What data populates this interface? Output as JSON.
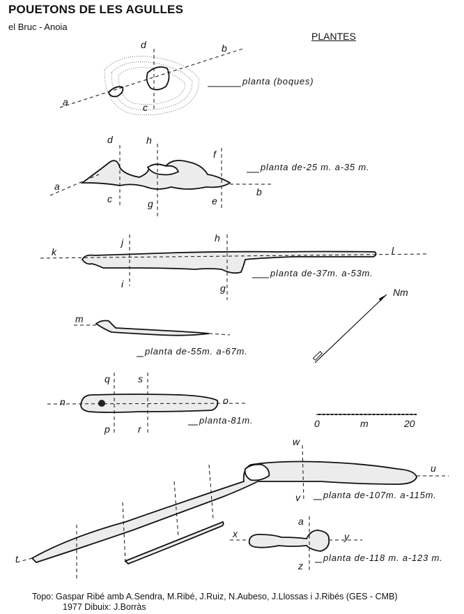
{
  "header": {
    "title": "POUETONS DE LES AGULLES",
    "subtitle": "el Bruc - Anoia",
    "section": "PLANTES"
  },
  "plans": [
    {
      "caption": "planta (boques)",
      "cuts": [
        "a",
        "b",
        "c",
        "d"
      ]
    },
    {
      "caption": "planta de-25 m. a-35 m.",
      "cuts": [
        "a",
        "b",
        "c",
        "d",
        "e",
        "f",
        "g",
        "h"
      ]
    },
    {
      "caption": "planta de-37m. a-53m.",
      "cuts": [
        "g",
        "h",
        "i",
        "j",
        "k",
        "l"
      ]
    },
    {
      "caption": "planta de-55m. a-67m.",
      "cuts": [
        "m"
      ]
    },
    {
      "caption": "planta-81m.",
      "cuts": [
        "n",
        "o",
        "p",
        "q",
        "r",
        "s"
      ]
    },
    {
      "caption": "planta de-107m. a-115m.",
      "cuts": [
        "t",
        "u",
        "v",
        "w"
      ]
    },
    {
      "caption": "planta de-118 m. a-123 m.",
      "cuts": [
        "a",
        "x",
        "y",
        "z"
      ]
    }
  ],
  "north": {
    "label": "Nm"
  },
  "scale": {
    "start": "0",
    "unit": "m",
    "end": "20"
  },
  "credits": {
    "line1": "Topo: Gaspar Ribé amb A.Sendra, M.Ribé, J.Ruiz, N.Aubeso, J.Llossas i J.Ribés (GES - CMB)",
    "line2": "1977  Dibuix: J.Borràs"
  }
}
